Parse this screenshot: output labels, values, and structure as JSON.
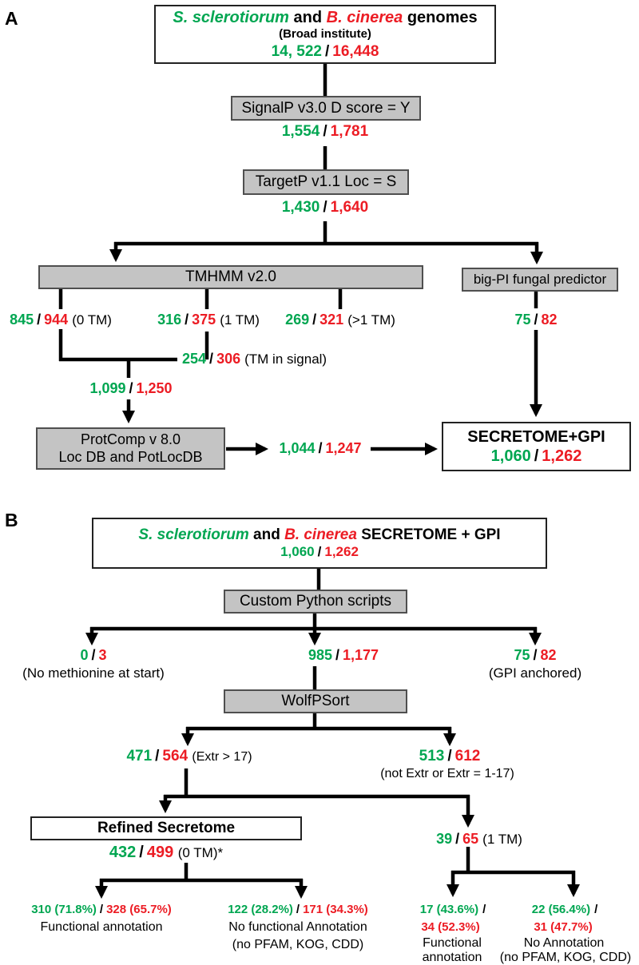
{
  "sep": "/",
  "colors": {
    "green": "#00A651",
    "red": "#EC1C24",
    "box_fill": "#C4C4C4"
  },
  "panel_a": {
    "label": "A",
    "genomes_box": {
      "species_green": "S. sclerotiorum",
      "conj": "and",
      "species_red": "B. cinerea",
      "title_suffix": "genomes",
      "subtitle": "(Broad institute)",
      "count_green": "14, 522",
      "count_red": "16,448"
    },
    "signalp": {
      "box": "SignalP v3.0 D score = Y",
      "green": "1,554",
      "red": "1,781"
    },
    "targetp": {
      "box": "TargetP v1.1 Loc = S",
      "green": "1,430",
      "red": "1,640"
    },
    "tmhmm": {
      "box": "TMHMM v2.0"
    },
    "bigpi": {
      "box": "big-PI fungal predictor",
      "green": "75",
      "red": "82"
    },
    "tm_zero": {
      "green": "845",
      "red": "944",
      "note": "(0 TM)"
    },
    "tm_one": {
      "green": "316",
      "red": "375",
      "note": "(1 TM)"
    },
    "tm_multi": {
      "green": "269",
      "red": "321",
      "note": "(>1 TM)"
    },
    "tm_signal": {
      "green": "254",
      "red": "306",
      "note": "(TM in signal)"
    },
    "tm_merged": {
      "green": "1,099",
      "red": "1,250"
    },
    "protcomp": {
      "box_line1": "ProtComp v 8.0",
      "box_line2": "Loc DB and PotLocDB",
      "green": "1,044",
      "red": "1,247"
    },
    "secretome": {
      "title": "SECRETOME+GPI",
      "green": "1,060",
      "red": "1,262"
    }
  },
  "panel_b": {
    "label": "B",
    "secretome_box": {
      "species_green": "S. sclerotiorum",
      "conj": "and",
      "species_red": "B. cinerea",
      "title_suffix": "SECRETOME + GPI",
      "count_green": "1,060",
      "count_red": "1,262"
    },
    "python": {
      "box": "Custom Python scripts"
    },
    "no_start_met": {
      "green": "0",
      "red": "3",
      "note": "(No methionine at start)"
    },
    "passed": {
      "green": "985",
      "red": "1,177"
    },
    "gpi_anchored": {
      "green": "75",
      "red": "82",
      "note": "(GPI anchored)"
    },
    "wolfpsort": {
      "box": "WolfPSort"
    },
    "extr": {
      "green": "471",
      "red": "564",
      "note": "(Extr > 17)"
    },
    "not_extr": {
      "green": "513",
      "red": "612",
      "note": "(not Extr or Extr = 1-17)"
    },
    "refined": {
      "box": "Refined Secretome",
      "green": "432",
      "red": "499",
      "note": "(0 TM)*"
    },
    "one_tm": {
      "green": "39",
      "red": "65",
      "note": "(1 TM)"
    },
    "functional_0tm": {
      "green": "310 (71.8%)",
      "red": "328 (65.7%)",
      "line1": "Functional annotation"
    },
    "no_functional_0tm": {
      "green": "122 (28.2%)",
      "red": "171 (34.3%)",
      "line1": "No functional Annotation",
      "line2": "(no PFAM, KOG, CDD)"
    },
    "functional_1tm": {
      "green": "17 (43.6%)",
      "red": "34 (52.3%)",
      "line1": "Functional",
      "line2": "annotation"
    },
    "no_annotation_1tm": {
      "green": "22 (56.4%)",
      "red": "31 (47.7%)",
      "line1": "No Annotation",
      "line2": "(no PFAM, KOG, CDD)"
    }
  }
}
